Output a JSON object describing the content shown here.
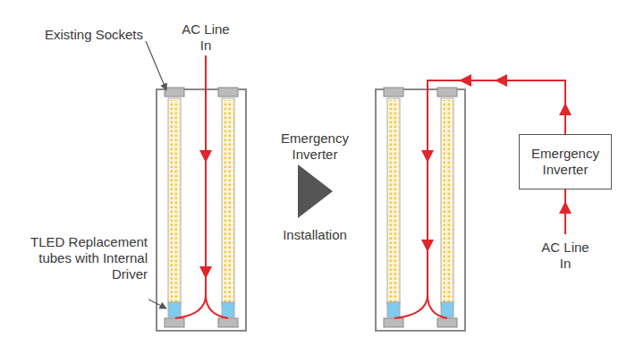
{
  "diagram": {
    "nodes": [
      {
        "text": [
          "Emergency Inverter"
        ]
      }
    ],
    "labels": [
      "AC Line In",
      "Existing Sockets",
      "TLED Replacement tubes with Internal Driver",
      "Emergency Inverter",
      "Installation",
      "AC Line In"
    ]
  }
}
